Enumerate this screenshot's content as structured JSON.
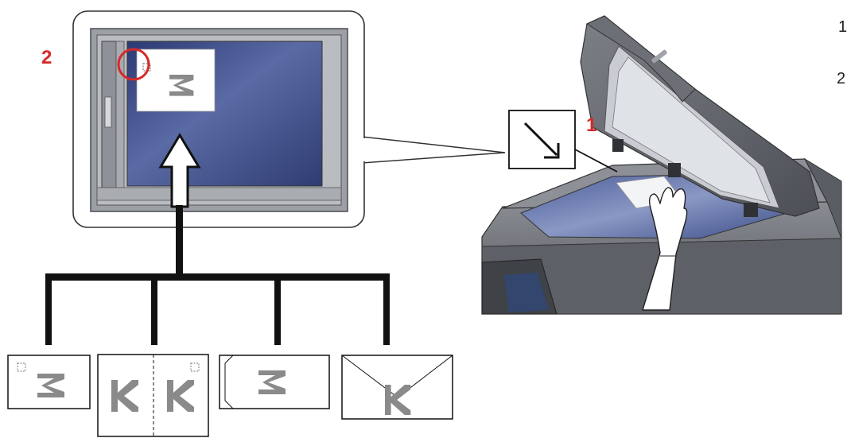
{
  "callouts": {
    "step1": "1",
    "step2": "2"
  },
  "side_list": {
    "item1": "1",
    "item2": "2"
  },
  "originals": [
    {
      "kind": "sheet"
    },
    {
      "kind": "book"
    },
    {
      "kind": "envelope-flap-left"
    },
    {
      "kind": "envelope-flap-top"
    }
  ],
  "icons": {
    "orientation": "k-letter-icon",
    "corner_mark": "dashed-corner-icon",
    "placement": "diagonal-arrow-icon"
  },
  "colors": {
    "highlight_ring": "#d62828",
    "callout_number": "#d62828",
    "platen_glass": "#3c4e8a",
    "machine_body": "#6b6e74",
    "outline": "#111111"
  }
}
